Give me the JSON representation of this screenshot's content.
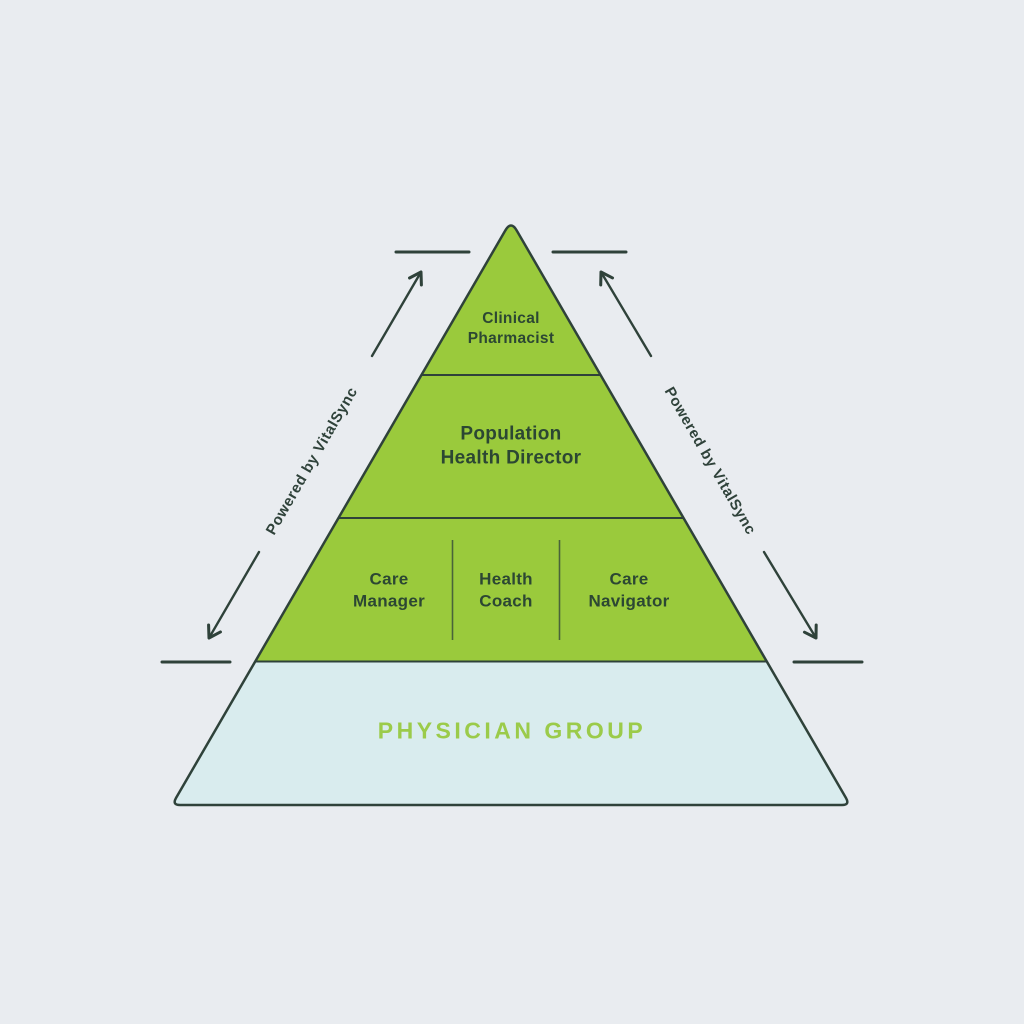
{
  "diagram": {
    "type": "pyramid",
    "levels": [
      {
        "name": "clinical-pharmacist",
        "line1": "Clinical",
        "line2": "Pharmacist"
      },
      {
        "name": "population-health-director",
        "line1": "Population",
        "line2": "Health Director"
      },
      {
        "name": "care-team",
        "roles": [
          {
            "line1": "Care",
            "line2": "Manager"
          },
          {
            "line1": "Health",
            "line2": "Coach"
          },
          {
            "line1": "Care",
            "line2": "Navigator"
          }
        ]
      },
      {
        "name": "physician-group",
        "label": "PHYSICIAN GROUP"
      }
    ],
    "side_label_left": "Powered by VitalSync",
    "side_label_right": "Powered by VitalSync",
    "colors": {
      "background": "#E9ECF0",
      "pyramid_green": "#9ACA3C",
      "base_blue": "#D9ECEE",
      "outline_dark": "#2F423A",
      "tier_text_dark_green": "#2C4733",
      "base_text_green": "#9BCB4A"
    }
  }
}
